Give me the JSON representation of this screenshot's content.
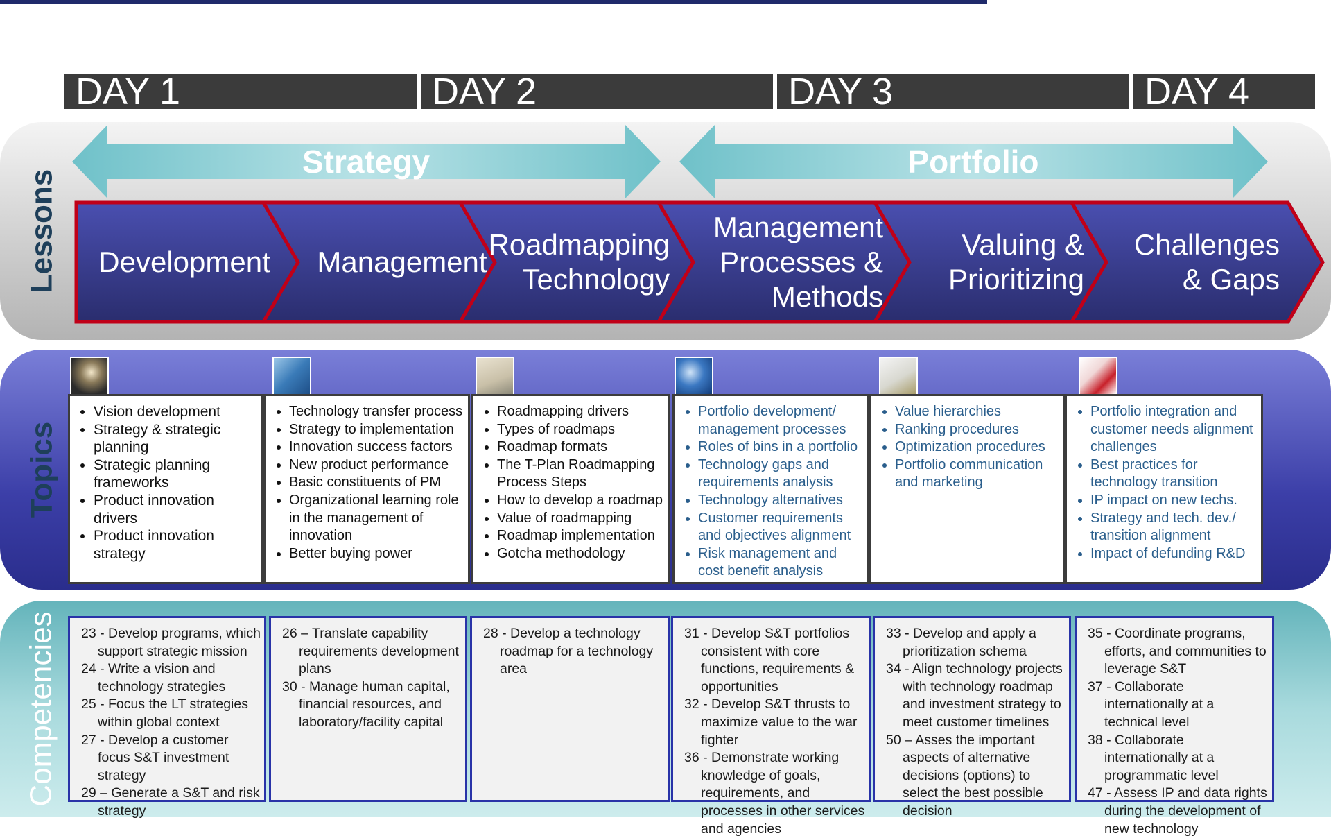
{
  "days": [
    "DAY 1",
    "DAY 2",
    "DAY 3",
    "DAY 4"
  ],
  "rows": {
    "lessons": "Lessons",
    "topics": "Topics",
    "competencies": "Competencies"
  },
  "phases": [
    "Strategy",
    "Portfolio"
  ],
  "lessons": [
    {
      "lines": [
        "Development"
      ]
    },
    {
      "lines": [
        "Management"
      ]
    },
    {
      "lines": [
        "Roadmapping",
        "Technology"
      ]
    },
    {
      "lines": [
        "Management",
        "Processes &",
        "Methods"
      ]
    },
    {
      "lines": [
        "Valuing &",
        "Prioritizing"
      ]
    },
    {
      "lines": [
        "Challenges",
        "& Gaps"
      ]
    }
  ],
  "topics": [
    {
      "icon": "people-silhouette-icon",
      "items": [
        "Vision development",
        "Strategy & strategic planning",
        "Strategic planning frameworks",
        "Product innovation drivers",
        "Product innovation strategy"
      ]
    },
    {
      "icon": "puzzle-pieces-icon",
      "items": [
        "Technology transfer process",
        "Strategy to implementation",
        "Innovation success factors",
        "New product performance",
        "Basic constituents of PM",
        "Organizational learning role in the management of innovation",
        "Better buying power"
      ]
    },
    {
      "icon": "map-pins-icon",
      "items": [
        "Roadmapping drivers",
        "Types of roadmaps",
        "Roadmap formats",
        "The T-Plan Roadmapping Process Steps",
        "How to develop a roadmap",
        "Value of roadmapping",
        "Roadmap implementation",
        "Gotcha methodology"
      ]
    },
    {
      "icon": "gears-icon",
      "items": [
        "Portfolio development/ management processes",
        "Roles of bins in a portfolio",
        "Technology gaps and requirements analysis",
        "Technology alternatives",
        "Customer requirements and objectives alignment",
        "Risk management and cost benefit analysis"
      ]
    },
    {
      "icon": "balance-scale-icon",
      "items": [
        "Value hierarchies",
        "Ranking procedures",
        "Optimization procedures",
        "Portfolio communication and marketing"
      ]
    },
    {
      "icon": "declining-chart-icon",
      "items": [
        "Portfolio integration and customer needs alignment challenges",
        "Best practices for technology transition",
        "IP impact on new techs.",
        "Strategy and tech. dev./ transition alignment",
        "Impact of defunding R&D"
      ]
    }
  ],
  "competencies": [
    [
      "23 - Develop programs, which support strategic mission",
      "24 - Write a vision and technology strategies",
      "25 - Focus the LT strategies within global context",
      "27 - Develop a customer focus S&T investment strategy",
      "29 – Generate a S&T and risk strategy"
    ],
    [
      "26 – Translate capability requirements development plans",
      "30 - Manage human capital, financial resources, and laboratory/facility capital"
    ],
    [
      "28 - Develop a technology roadmap for a technology area"
    ],
    [
      "31 - Develop S&T portfolios consistent with core functions, requirements & opportunities",
      "32 - Develop S&T thrusts to maximize value to the war fighter",
      "36 - Demonstrate working knowledge of goals, requirements, and processes in other services and agencies"
    ],
    [
      "33 - Develop and apply a prioritization schema",
      "34 - Align technology projects with technology roadmap and investment strategy to meet customer timelines",
      "50 – Asses the important aspects of alternative decisions (options) to select the best possible decision"
    ],
    [
      "35 - Coordinate programs, efforts, and communities to leverage S&T",
      "37 - Collaborate internationally at a technical level",
      "38 - Collaborate internationally at a programmatic level",
      "47 - Assess IP and data rights during the development of new technology"
    ]
  ],
  "colors": {
    "day_bar": "#3b3b3b",
    "chevron_fill_top": "#4a4fb0",
    "chevron_fill_bottom": "#2a2d6e",
    "chevron_border": "#c00018",
    "phase_arrow": "#8fd0d6",
    "topics_text_blue": "#2a5e8c",
    "competency_border": "#2933a8"
  }
}
